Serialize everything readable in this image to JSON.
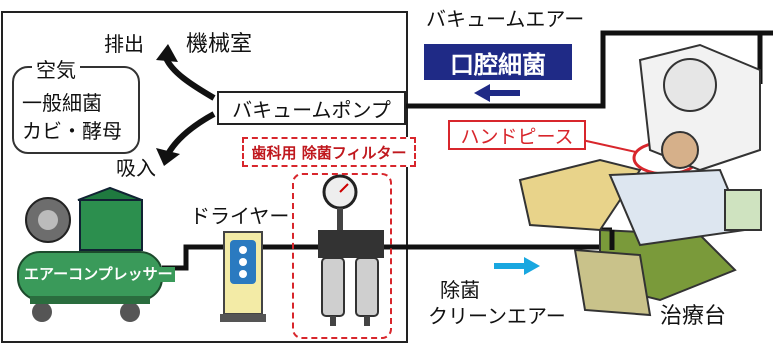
{
  "machine_room": {
    "title": "機械室"
  },
  "exhaust": {
    "label": "排出"
  },
  "intake": {
    "label": "吸入"
  },
  "air_box": {
    "heading": "空気",
    "line1": "一般細菌",
    "line2": "カビ・酵母"
  },
  "vacuum_pump": {
    "label": "バキュームポンプ"
  },
  "vacuum_air": {
    "label": "バキュームエアー"
  },
  "oral_bacteria": {
    "label": "口腔細菌"
  },
  "handpiece": {
    "label": "ハンドピース"
  },
  "filter": {
    "title": "歯科用 除菌フィルター"
  },
  "dryer": {
    "label": "ドライヤー"
  },
  "compressor": {
    "label": "エアーコンプレッサー"
  },
  "clean_air": {
    "line1": "除菌",
    "line2": "クリーンエアー"
  },
  "chair": {
    "label": "治療台"
  },
  "colors": {
    "oral_bg": "#1f2a86",
    "arrow_blue": "#1f2a86",
    "arrow_cyan": "#19a7e0",
    "accent_red": "#d8262c",
    "compressor_green": "#3a9a5a",
    "dryer_yellow": "#f3eba6"
  }
}
